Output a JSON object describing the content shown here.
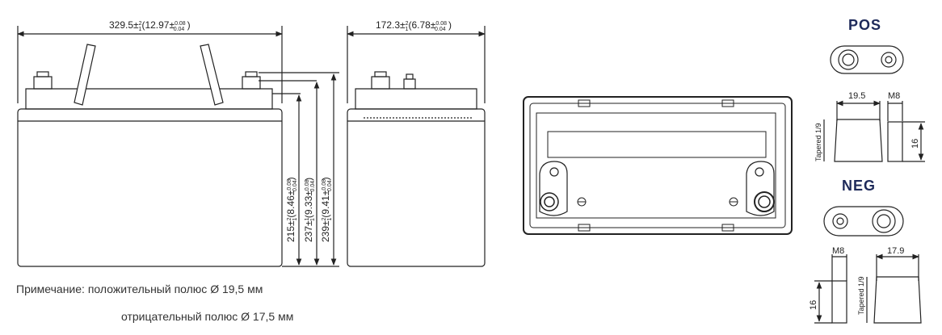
{
  "dims": {
    "length": "329.5",
    "length_tol": "±",
    "length_tol_sup": "2",
    "length_tol_sub": "1",
    "length_in": "12.97",
    "width": "172.3",
    "width_in": "6.78",
    "inch_tol_top": "0.08",
    "inch_tol_bot": "0.04",
    "height_body": "215",
    "height_body_in": "8.46",
    "height_total": "237",
    "height_total_in": "9.33",
    "height_total2": "239",
    "height_total2_in": "9.41"
  },
  "terminal": {
    "pos_title": "POS",
    "neg_title": "NEG",
    "pos_diameter": "19.5",
    "neg_diameter": "17.9",
    "bolt": "M8",
    "height": "16",
    "tapered": "Tapered 1/9"
  },
  "note": {
    "label": "Примечание:",
    "line1": "положительный полюс Ø 19,5 мм",
    "line2": "отрицательный полюс Ø 17,5 мм"
  }
}
